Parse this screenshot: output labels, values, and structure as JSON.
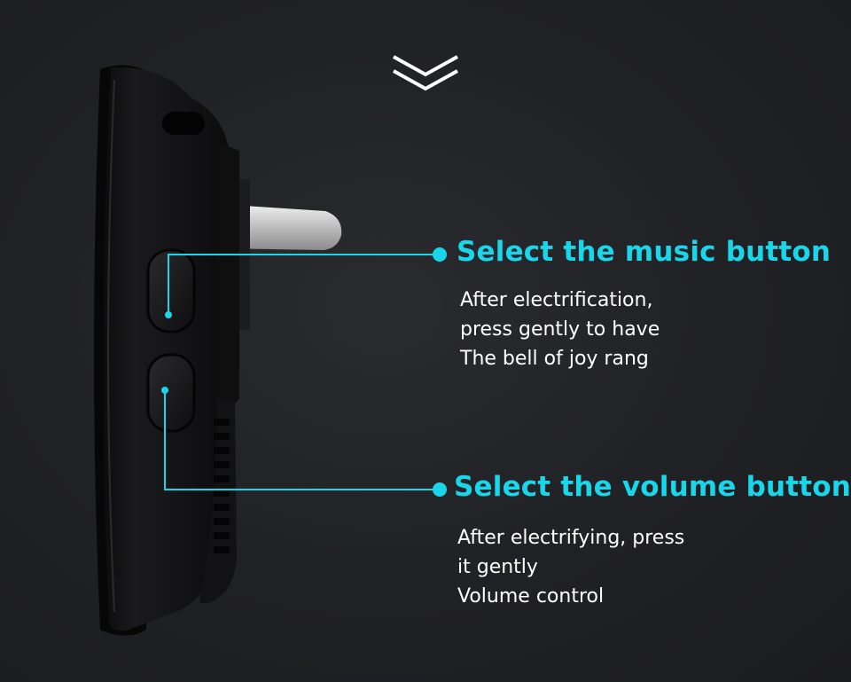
{
  "icons": {
    "down": "double-chevron-down-icon"
  },
  "colors": {
    "accent": "#19d6ea",
    "background": "#1f2023",
    "text": "#ffffff"
  },
  "callouts": [
    {
      "title": "Select the music button",
      "lines": [
        "After electrification,",
        "press gently to have",
        "The bell of joy rang"
      ]
    },
    {
      "title": "Select the volume button",
      "lines": [
        "After electrifying, press",
        "it gently",
        "Volume control"
      ]
    }
  ]
}
